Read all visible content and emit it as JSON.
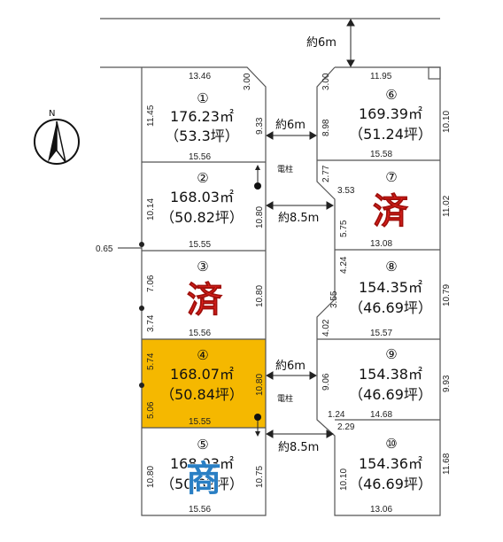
{
  "compass": {
    "label": "N"
  },
  "roads": {
    "north": "約6m",
    "upper_mid": "約6m",
    "upper_south": "約8.5m",
    "lower_mid": "約6m",
    "lower_south": "約8.5m"
  },
  "poles": {
    "label_1": "電柱",
    "label_2": "電柱"
  },
  "west_offset": "0.65",
  "lots": [
    {
      "id": "lot-1",
      "number": "①",
      "area_m2": "176.23㎡",
      "area_tsubo": "（53.3坪）",
      "status": ""
    },
    {
      "id": "lot-2",
      "number": "②",
      "area_m2": "168.03㎡",
      "area_tsubo": "（50.82坪）",
      "status": ""
    },
    {
      "id": "lot-3",
      "number": "③",
      "area_m2": "",
      "area_tsubo": "",
      "status": "済"
    },
    {
      "id": "lot-4",
      "number": "④",
      "area_m2": "168.07㎡",
      "area_tsubo": "（50.84坪）",
      "status": "",
      "highlight": "#f5b800"
    },
    {
      "id": "lot-5",
      "number": "⑤",
      "area_m2": "168.03㎡",
      "area_tsubo": "（50.82坪）",
      "status": "商"
    },
    {
      "id": "lot-6",
      "number": "⑥",
      "area_m2": "169.39㎡",
      "area_tsubo": "（51.24坪）",
      "status": ""
    },
    {
      "id": "lot-7",
      "number": "⑦",
      "area_m2": "",
      "area_tsubo": "",
      "status": "済"
    },
    {
      "id": "lot-8",
      "number": "⑧",
      "area_m2": "154.35㎡",
      "area_tsubo": "（46.69坪）",
      "status": ""
    },
    {
      "id": "lot-9",
      "number": "⑨",
      "area_m2": "154.38㎡",
      "area_tsubo": "（46.69坪）",
      "status": ""
    },
    {
      "id": "lot-10",
      "number": "⑩",
      "area_m2": "154.36㎡",
      "area_tsubo": "（46.69坪）",
      "status": ""
    }
  ],
  "dimensions": {
    "lot1_top": "13.46",
    "lot1_corner": "3.00",
    "lot1_left": "11.45",
    "lot1_right": "9.33",
    "lot1_bottom": "15.56",
    "lot2_left": "10.14",
    "lot2_right": "10.80",
    "lot2_bottom": "15.55",
    "lot3_left_a": "7.06",
    "lot3_left_b": "3.74",
    "lot3_right": "10.80",
    "lot3_bottom": "15.56",
    "lot4_left_a": "5.74",
    "lot4_left_b": "5.06",
    "lot4_right": "10.80",
    "lot4_bottom": "15.55",
    "lot5_left": "10.80",
    "lot5_right": "10.75",
    "lot5_bottom": "15.56",
    "lot6_top": "11.95",
    "lot6_corner": "3.00",
    "lot6_left": "8.98",
    "lot6_right": "10.10",
    "lot6_bottom": "15.58",
    "lot7_left_a": "2.77",
    "lot7_jog": "3.53",
    "lot7_left_b": "5.75",
    "lot7_right": "11.02",
    "lot7_bottom": "13.08",
    "lot8_left_a": "4.24",
    "lot8_left_b": "3.55",
    "lot8_right": "10.79",
    "lot8_bottom": "15.57",
    "lot9_left_a": "4.02",
    "lot9_left_b": "9.06",
    "lot9_right": "9.93",
    "lot9_jog": "1.24",
    "lot9_bottom": "14.68",
    "lot10_jog": "2.29",
    "lot10_left": "10.10",
    "lot10_right": "11.68",
    "lot10_bottom": "13.06"
  },
  "colors": {
    "sold_stamp": "#e8231e",
    "commercial_stamp": "#2a7fc4",
    "highlight": "#f5b800"
  }
}
